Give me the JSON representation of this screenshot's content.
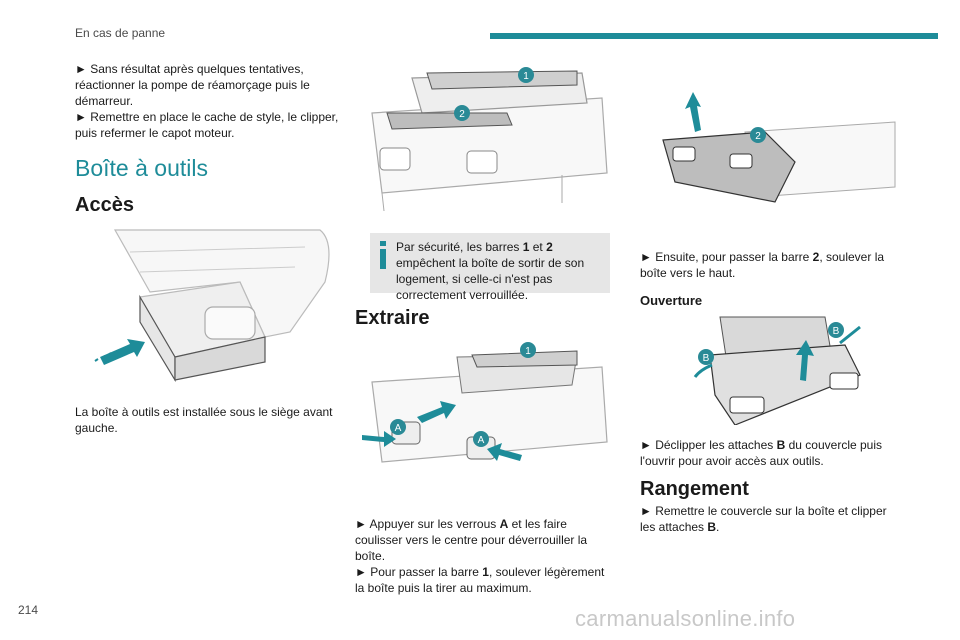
{
  "header": {
    "section": "En cas de panne",
    "accent_color": "#1e8c99"
  },
  "page_number": "214",
  "col1": {
    "bullet1": "► Sans résultat après quelques tentatives, réactionner la pompe de réamorçage puis le démarreur.",
    "bullet2": "► Remettre en place le cache de style, le clipper, puis refermer le capot moteur.",
    "title": "Boîte à outils",
    "subtitle": "Accès",
    "caption": "La boîte à outils est installée sous le siège avant gauche."
  },
  "col2": {
    "fig1": {
      "label1": "1",
      "label2": "2"
    },
    "info": {
      "icon": "info-icon",
      "text_a": "Par sécurité, les barres ",
      "b1": "1",
      "text_b": " et ",
      "b2": "2",
      "text_c": " empêchent la boîte de sortir de son logement, si celle-ci n'est pas correctement verrouillée."
    },
    "title": "Extraire",
    "fig2": {
      "label1": "1",
      "labelA1": "A",
      "labelA2": "A"
    },
    "p1a": "► Appuyer sur les verrous ",
    "p1b": "A",
    "p1c": " et les faire coulisser vers le centre pour déverrouiller la boîte.",
    "p2a": "► Pour passer la barre ",
    "p2b": "1",
    "p2c": ", soulever légèrement la boîte puis la tirer au maximum."
  },
  "col3": {
    "fig1": {
      "label2": "2"
    },
    "p1a": "► Ensuite, pour passer la barre ",
    "p1b": "2",
    "p1c": ", soulever la boîte vers le haut.",
    "subtitle": "Ouverture",
    "fig2": {
      "labelB1": "B",
      "labelB2": "B"
    },
    "p2a": "► Déclipper les attaches ",
    "p2b": "B",
    "p2c": " du couvercle puis l'ouvrir pour avoir accès aux outils.",
    "title": "Rangement",
    "p3a": "► Remettre le couvercle sur la boîte et clipper les attaches ",
    "p3b": "B",
    "p3c": "."
  },
  "watermark": "carmanualsonline.info",
  "colors": {
    "teal": "#1e8c99",
    "info_bg": "#e6e6e6",
    "badge": "#2a8a96"
  }
}
